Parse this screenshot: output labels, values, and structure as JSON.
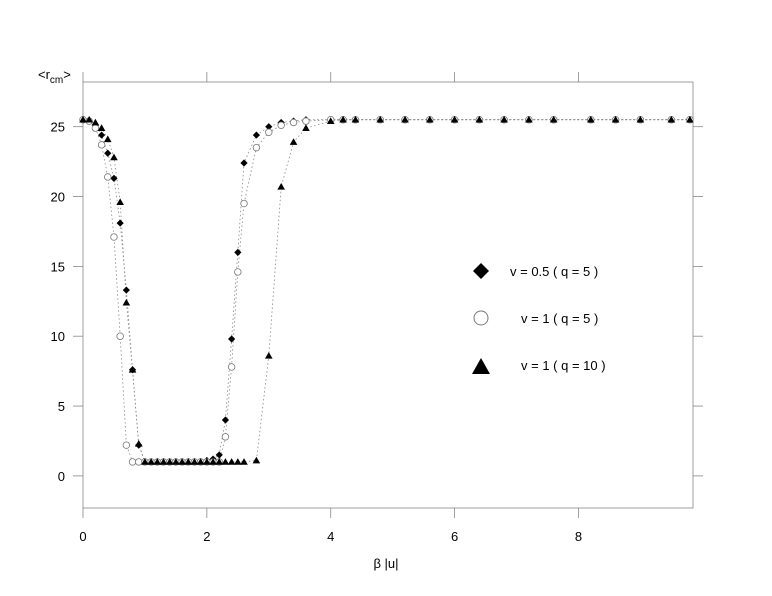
{
  "chart_data": {
    "type": "scatter",
    "title": "",
    "xlabel": "β |u|",
    "ylabel": "<r",
    "ylabel_sub": "cm",
    "ylabel_suffix": ">",
    "xlim": [
      0,
      9.85
    ],
    "ylim": [
      -2.3,
      28.2
    ],
    "xticks": [
      0,
      2,
      4,
      6,
      8
    ],
    "yticks": [
      0,
      5,
      10,
      15,
      20,
      25
    ],
    "xtick_labels": [
      "0",
      "2",
      "4",
      "6",
      "8"
    ],
    "ytick_labels": [
      "0",
      "5",
      "10",
      "15",
      "20",
      "25"
    ],
    "grid": false,
    "legend_position": "center-right",
    "series": [
      {
        "name": "v = 0.5 ( q = 5 )",
        "marker": "diamond",
        "color": "#000000",
        "x": [
          0.0,
          0.1,
          0.2,
          0.3,
          0.4,
          0.5,
          0.6,
          0.7,
          0.8,
          0.9,
          1.0,
          1.1,
          1.2,
          1.3,
          1.4,
          1.5,
          1.6,
          1.7,
          1.8,
          1.9,
          2.0,
          2.1,
          2.2,
          2.3,
          2.4,
          2.5,
          2.6,
          2.8,
          3.0,
          3.2,
          3.4,
          3.6,
          4.0,
          4.2,
          4.4,
          4.8,
          5.2,
          5.6,
          6.0,
          6.4,
          6.8,
          7.2,
          7.6,
          8.2,
          8.6,
          9.0,
          9.5,
          9.8
        ],
        "y": [
          25.5,
          25.4,
          25.1,
          24.4,
          23.1,
          21.3,
          18.1,
          13.3,
          7.6,
          2.2,
          1.0,
          1.0,
          1.0,
          1.0,
          1.0,
          1.0,
          1.0,
          1.0,
          1.0,
          1.0,
          1.1,
          1.2,
          1.5,
          4.0,
          9.8,
          16.0,
          22.4,
          24.4,
          25.0,
          25.3,
          25.4,
          25.5,
          25.5,
          25.5,
          25.5,
          25.5,
          25.5,
          25.5,
          25.5,
          25.5,
          25.5,
          25.5,
          25.5,
          25.5,
          25.5,
          25.5,
          25.5,
          25.5
        ]
      },
      {
        "name": "v = 1 ( q = 5 )",
        "marker": "circle",
        "color": "#000000",
        "x": [
          0.0,
          0.1,
          0.2,
          0.3,
          0.4,
          0.5,
          0.6,
          0.7,
          0.8,
          0.9,
          1.0,
          1.1,
          1.2,
          1.3,
          1.4,
          1.5,
          1.6,
          1.7,
          1.8,
          1.9,
          2.0,
          2.1,
          2.2,
          2.3,
          2.4,
          2.5,
          2.6,
          2.8,
          3.0,
          3.2,
          3.4,
          3.6,
          4.0,
          4.2,
          4.4,
          4.8,
          5.2,
          5.6,
          6.0,
          6.4,
          6.8,
          7.2,
          7.6,
          8.2,
          8.6,
          9.0,
          9.5,
          9.8
        ],
        "y": [
          25.5,
          25.4,
          24.9,
          23.7,
          21.4,
          17.1,
          10.0,
          2.2,
          1.0,
          1.0,
          1.0,
          1.0,
          1.0,
          1.0,
          1.0,
          1.0,
          1.0,
          1.0,
          1.0,
          1.0,
          1.0,
          1.0,
          1.0,
          2.8,
          7.8,
          14.6,
          19.5,
          23.5,
          24.6,
          25.1,
          25.3,
          25.4,
          25.5,
          25.5,
          25.5,
          25.5,
          25.5,
          25.5,
          25.5,
          25.5,
          25.5,
          25.5,
          25.5,
          25.5,
          25.5,
          25.5,
          25.5,
          25.5
        ]
      },
      {
        "name": "v = 1 ( q = 10 )",
        "marker": "triangle",
        "color": "#000000",
        "x": [
          0.0,
          0.1,
          0.2,
          0.3,
          0.4,
          0.5,
          0.6,
          0.7,
          0.8,
          0.9,
          1.0,
          1.1,
          1.2,
          1.3,
          1.4,
          1.5,
          1.6,
          1.7,
          1.8,
          1.9,
          2.0,
          2.1,
          2.2,
          2.3,
          2.4,
          2.5,
          2.6,
          2.8,
          3.0,
          3.2,
          3.4,
          3.6,
          4.0,
          4.2,
          4.4,
          4.8,
          5.2,
          5.6,
          6.0,
          6.4,
          6.8,
          7.2,
          7.6,
          8.2,
          8.6,
          9.0,
          9.5,
          9.8
        ],
        "y": [
          25.5,
          25.5,
          25.3,
          24.9,
          24.1,
          22.8,
          19.6,
          12.4,
          7.6,
          2.3,
          1.0,
          1.0,
          1.0,
          1.0,
          1.0,
          1.0,
          1.0,
          1.0,
          1.0,
          1.0,
          1.0,
          1.0,
          1.0,
          1.0,
          1.0,
          1.0,
          1.0,
          1.1,
          8.6,
          20.7,
          23.9,
          24.9,
          25.4,
          25.5,
          25.5,
          25.5,
          25.5,
          25.5,
          25.5,
          25.5,
          25.5,
          25.5,
          25.5,
          25.5,
          25.5,
          25.5,
          25.5,
          25.5
        ]
      }
    ]
  }
}
